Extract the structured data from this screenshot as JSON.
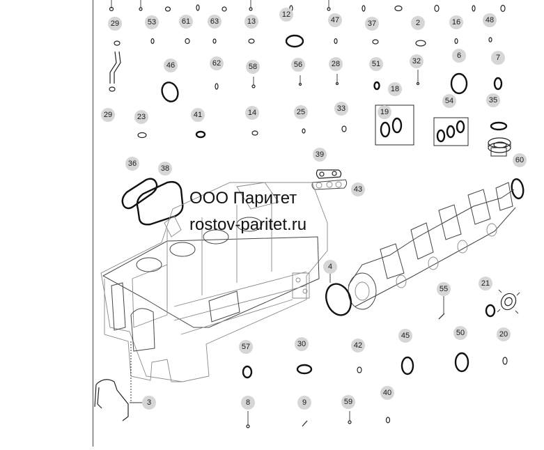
{
  "watermark": {
    "company": "ООО Паритет",
    "website": "rostov-paritet.ru"
  },
  "callouts": {
    "c29a": "29",
    "c53": "53",
    "c61": "61",
    "c63": "63",
    "c13": "13",
    "c12": "12",
    "c47": "47",
    "c37": "37",
    "c2": "2",
    "c16": "16",
    "c48": "48",
    "c46": "46",
    "c62": "62",
    "c58": "58",
    "c56": "56",
    "c28": "28",
    "c51": "51",
    "c32": "32",
    "c6": "6",
    "c7": "7",
    "c18": "18",
    "c19": "19",
    "c54": "54",
    "c35": "35",
    "c29b": "29",
    "c23": "23",
    "c41": "41",
    "c14": "14",
    "c25": "25",
    "c33": "33",
    "c39": "39",
    "c43": "43",
    "c36": "36",
    "c38": "38",
    "c60": "60",
    "c4": "4",
    "c55": "55",
    "c21": "21",
    "c57": "57",
    "c30": "30",
    "c42": "42",
    "c45": "45",
    "c50": "50",
    "c20": "20",
    "c3": "3",
    "c8": "8",
    "c9": "9",
    "c59": "59",
    "c40": "40"
  }
}
